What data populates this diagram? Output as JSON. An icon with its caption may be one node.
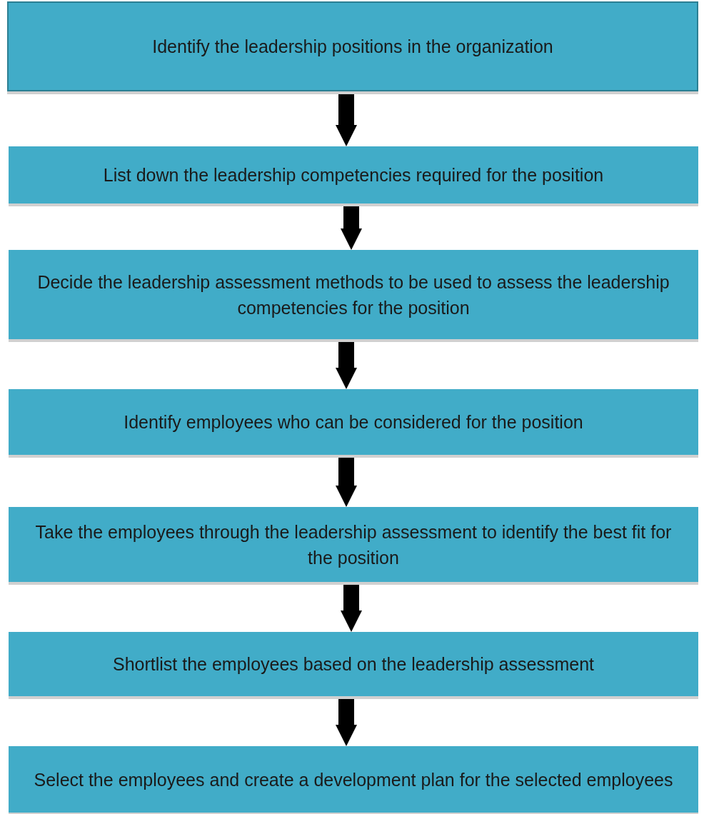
{
  "diagram": {
    "nodes": [
      {
        "text": [
          "Identify the leadership positions in the organization"
        ]
      },
      {
        "text": [
          "List down the leadership competencies required for the position"
        ]
      },
      {
        "text": [
          "Decide the leadership assessment methods to be used to assess the leadership competencies for the position"
        ]
      },
      {
        "text": [
          "Identify employees who can be considered for the position"
        ]
      },
      {
        "text": [
          "Take the employees through the leadership assessment to identify the best fit for the position"
        ]
      },
      {
        "text": [
          "Shortlist the employees based on the leadership assessment"
        ]
      },
      {
        "text": [
          "Select the employees and create a development plan for the selected employees"
        ]
      }
    ],
    "edges": [
      {
        "from": 0,
        "to": 1,
        "arrow": "to"
      },
      {
        "from": 1,
        "to": 2,
        "arrow": "to"
      },
      {
        "from": 2,
        "to": 3,
        "arrow": "to"
      },
      {
        "from": 3,
        "to": 4,
        "arrow": "to"
      },
      {
        "from": 4,
        "to": 5,
        "arrow": "to"
      },
      {
        "from": 5,
        "to": 6,
        "arrow": "to"
      }
    ]
  }
}
